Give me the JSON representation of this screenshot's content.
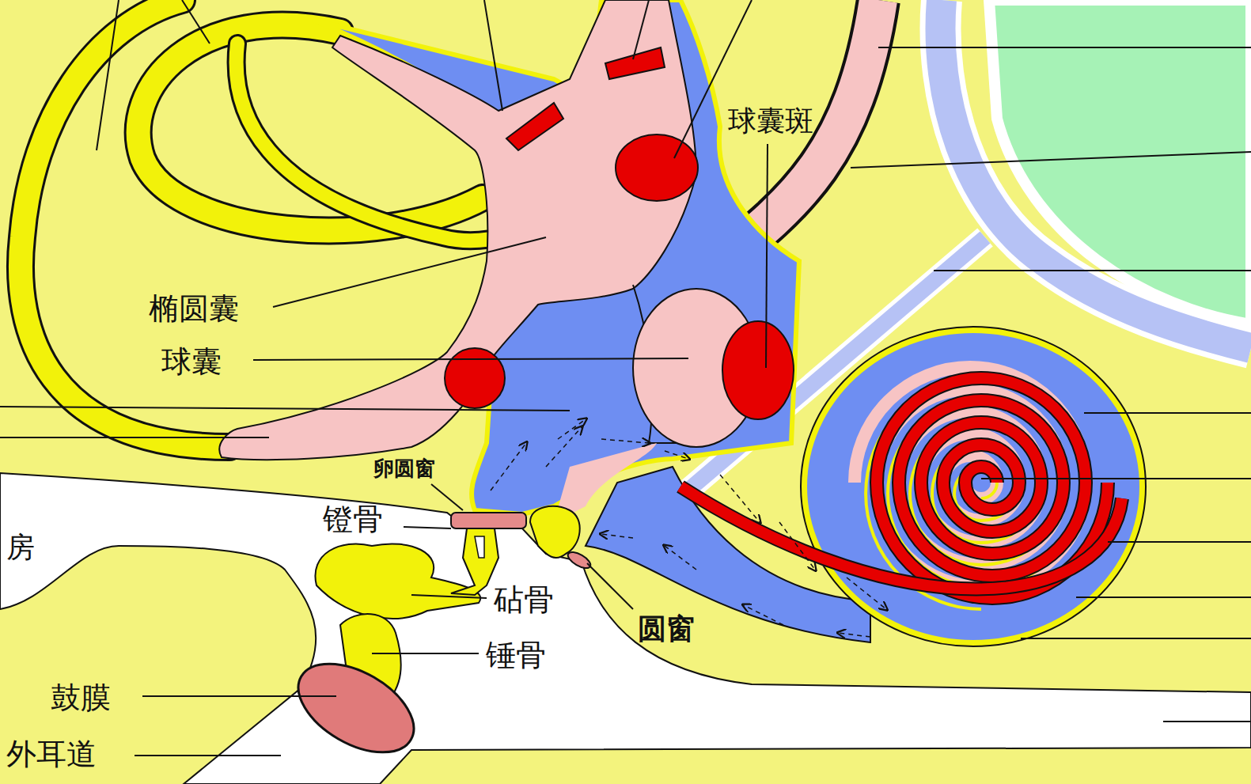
{
  "diagram": {
    "labels": [
      "球囊斑",
      "椭圆囊",
      "球囊",
      "卵圆窗",
      "镫骨",
      "房",
      "砧骨",
      "圆窗",
      "锤骨",
      "鼓膜",
      "外耳道"
    ]
  }
}
